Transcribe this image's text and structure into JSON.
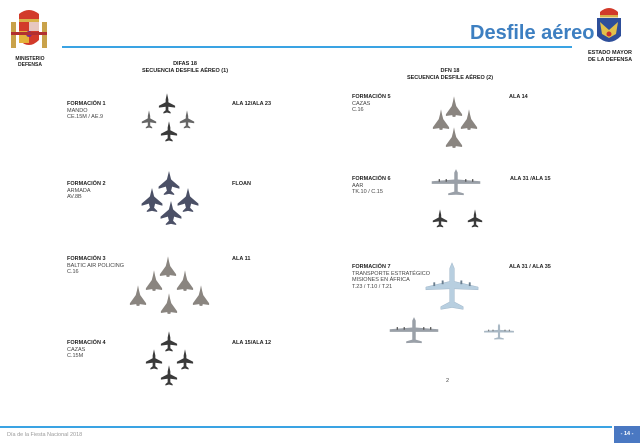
{
  "header": {
    "title": "Desfile aéreo",
    "left_logo_caption": [
      "MINISTERIO",
      "DEFENSA"
    ],
    "right_logo_caption": [
      "ESTADO MAYOR",
      "DE LA DEFENSA"
    ]
  },
  "sections": [
    {
      "line1": "DIFAS 18",
      "line2": "SECUENCIA DESFILE AÉREO (1)"
    },
    {
      "line1": "DFN 18",
      "line2": "SECUENCIA DESFILE AÉREO (2)"
    }
  ],
  "formations": [
    {
      "title": "FORMACIÓN 1",
      "lines": [
        "MANDO",
        "CE.15M / AE.9"
      ],
      "unit": "ALA 12/ALA 23",
      "aircraft_icon": "fighter-jet-icon",
      "color": "#3a3a3a"
    },
    {
      "title": "FORMACIÓN 2",
      "lines": [
        "ARMADA",
        "AV.8B"
      ],
      "unit": "FLOAN",
      "aircraft_icon": "harrier-jet-icon",
      "color": "#4b5066"
    },
    {
      "title": "FORMACIÓN 3",
      "lines": [
        "BALTIC AIR POLICING",
        "C.16"
      ],
      "unit": "ALA 11",
      "aircraft_icon": "delta-wing-jet-icon",
      "color": "#8a8580"
    },
    {
      "title": "FORMACIÓN 4",
      "lines": [
        "CAZAS",
        "C.15M"
      ],
      "unit": "ALA 15/ALA 12",
      "aircraft_icon": "fighter-jet-icon",
      "color": "#3a3a3a"
    },
    {
      "title": "FORMACIÓN 5",
      "lines": [
        "CAZAS",
        "C.16"
      ],
      "unit": "ALA 14",
      "aircraft_icon": "delta-wing-jet-icon",
      "color": "#8a8580"
    },
    {
      "title": "FORMACIÓN 6",
      "lines": [
        "AAR",
        "TK.10 / C.15"
      ],
      "unit": "ALA 31 /ALA 15",
      "aircraft_icon": "tanker-transport-icon",
      "color": "#9aa0a8"
    },
    {
      "title": "FORMACIÓN 7",
      "lines": [
        "TRANSPORTE ESTRATÉGICO",
        "MISIONES EN ÁFRICA",
        "T.23 / T.10 / T.21"
      ],
      "unit": "ALA 31 / ALA 35",
      "aircraft_icon": "transport-plane-icon",
      "color": "#b8cfe0"
    }
  ],
  "page_marker": "2",
  "footer": {
    "text": "Día de la Fiesta Nacional 2018",
    "page": "- 14 -"
  },
  "colors": {
    "accent": "#3d7fc1",
    "rule": "#3aa3e3",
    "page_badge": "#4a78c2"
  }
}
